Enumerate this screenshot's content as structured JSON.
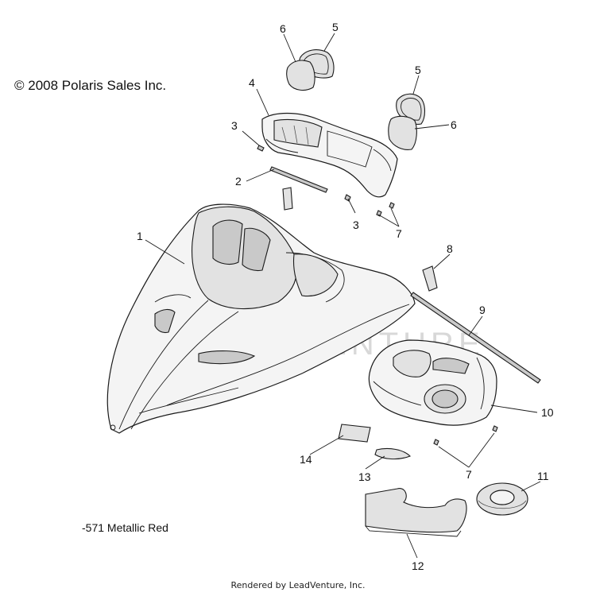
{
  "copyright": "© 2008 Polaris Sales Inc.",
  "color_note": "-571 Metallic Red",
  "footer": "Rendered by LeadVenture, Inc.",
  "watermark": "LEADVENTURE",
  "callouts": {
    "c1": "1",
    "c2": "2",
    "c3a": "3",
    "c3b": "3",
    "c4": "4",
    "c5a": "5",
    "c5b": "5",
    "c6a": "6",
    "c6b": "6",
    "c7a": "7",
    "c7b": "7",
    "c8": "8",
    "c9": "9",
    "c10": "10",
    "c11": "11",
    "c12": "12",
    "c13": "13",
    "c14": "14"
  }
}
